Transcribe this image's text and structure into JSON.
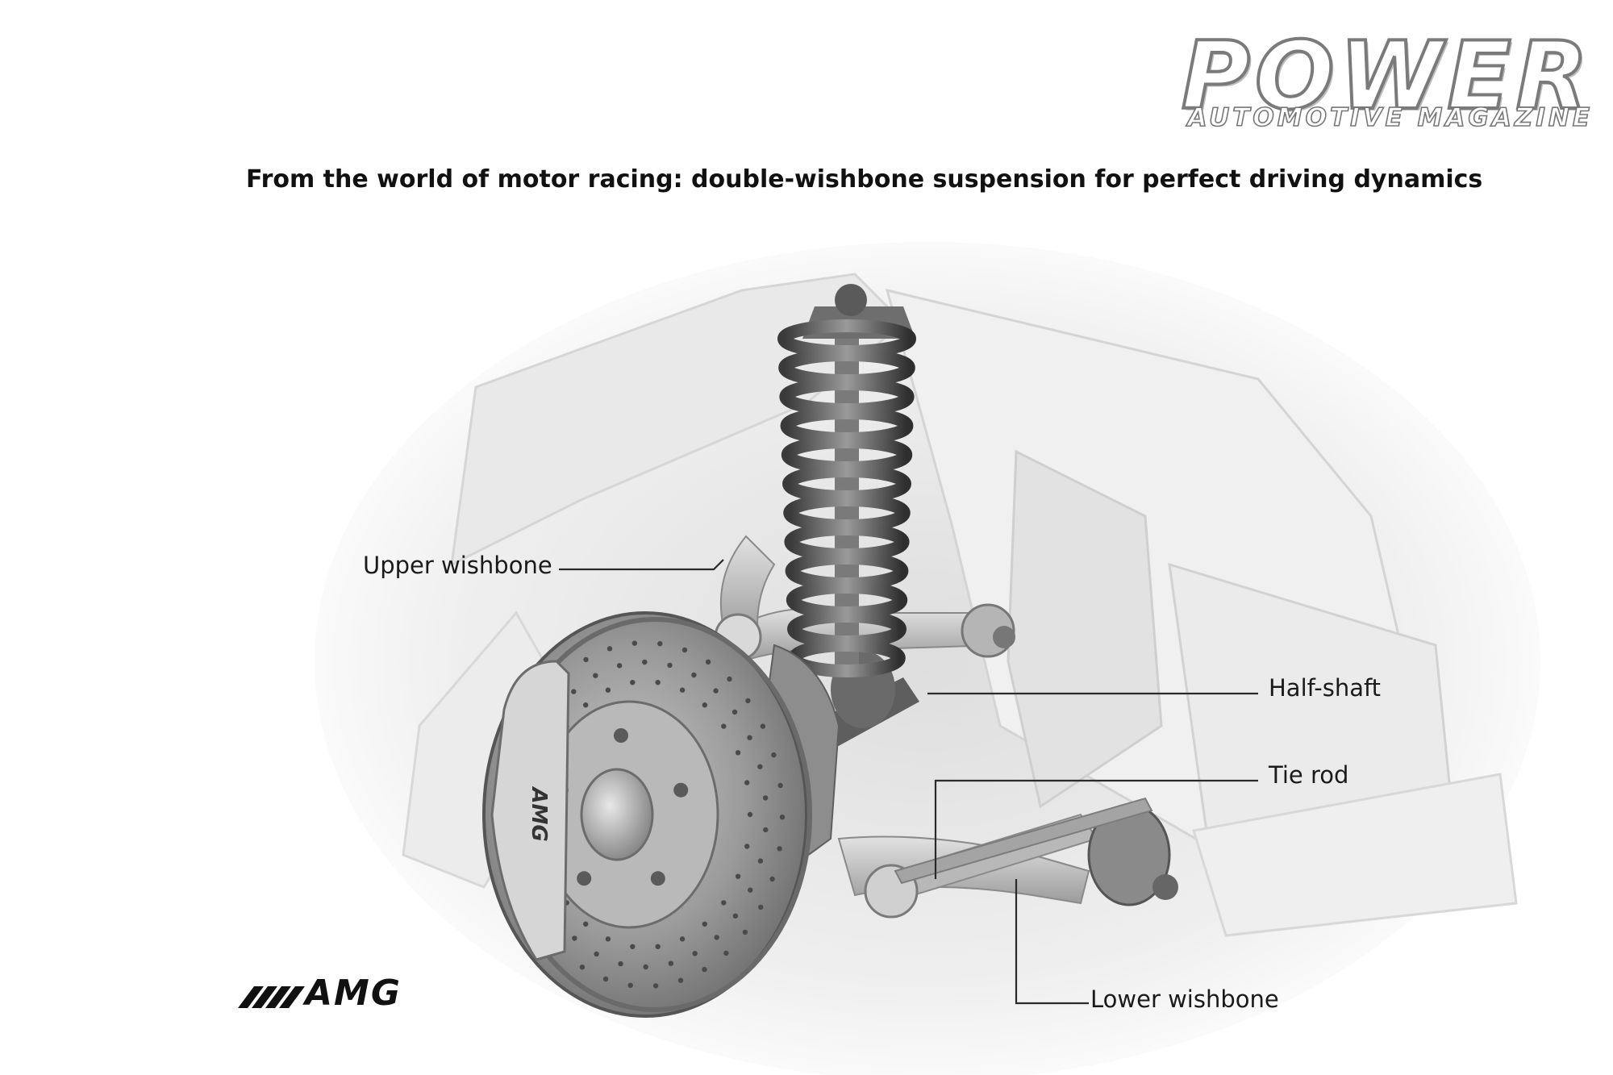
{
  "logo": {
    "brand": "POWER",
    "tagline": "AUTOMOTIVE MAGAZINE"
  },
  "title": "From the world of motor racing: double-wishbone suspension for perfect driving dynamics",
  "callouts": {
    "upper_wishbone": "Upper wishbone",
    "half_shaft": "Half-shaft",
    "tie_rod": "Tie rod",
    "lower_wishbone": "Lower wishbone"
  },
  "amg_logo": {
    "text": "AMG"
  },
  "caliper_text": "AMG",
  "colors": {
    "text": "#1a1a1a",
    "leader_line": "#2a2a2a",
    "metal": "#8c8c8c",
    "body": "#e6e6e6"
  }
}
